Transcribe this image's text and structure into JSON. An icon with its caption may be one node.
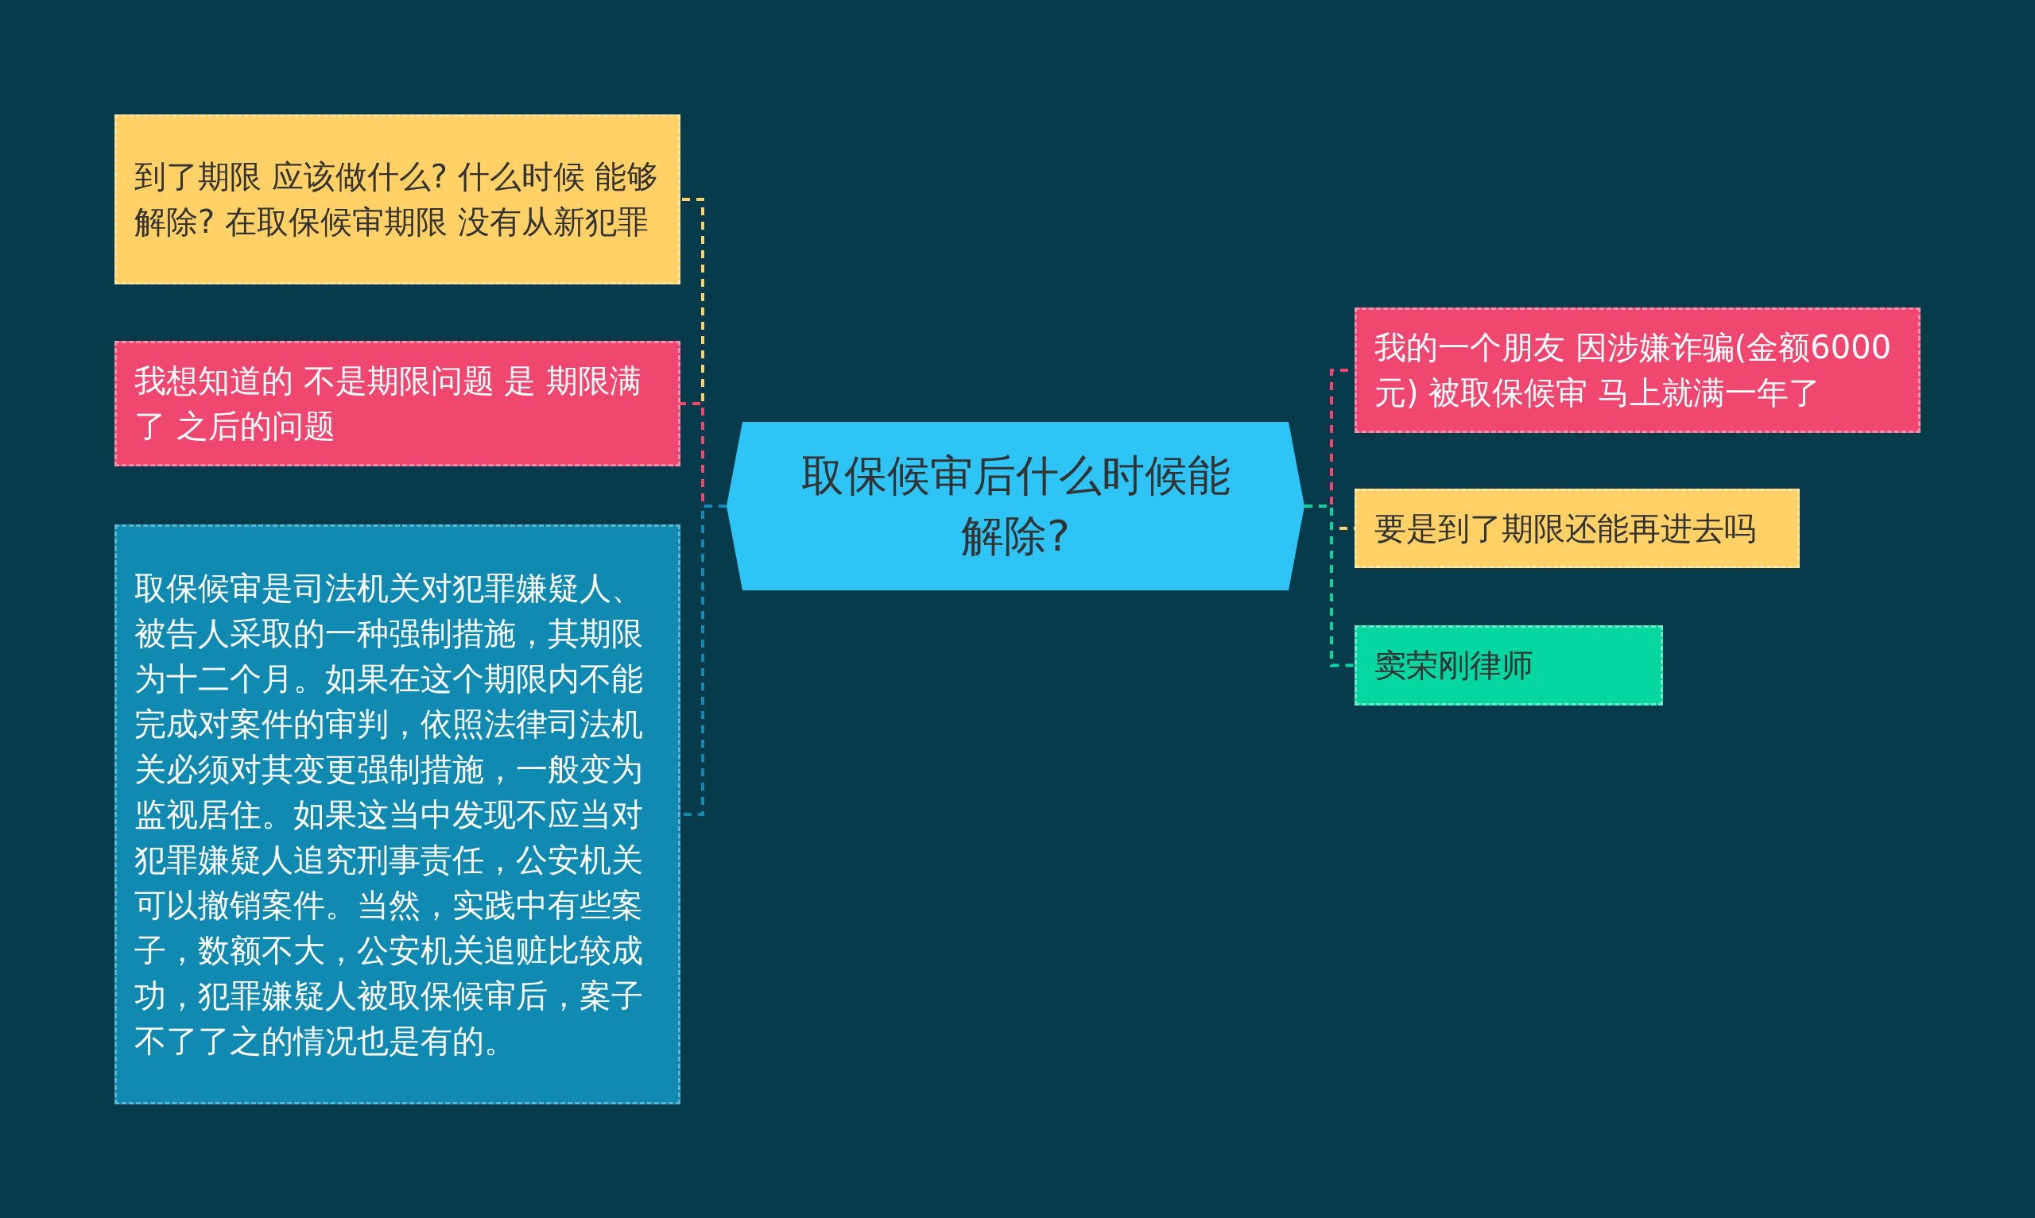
{
  "diagram": {
    "nodes": [
      {
        "text": [
          "到了期限 应该做什么? 什么时候 能够解除? 在取保候审期限 没有从新犯罪"
        ]
      },
      {
        "text": [
          "我想知道的 不是期限问题 是 期限满了 之后的问题"
        ]
      },
      {
        "text": [
          "取保候审是司法机关对犯罪嫌疑人、被告人采取的一种强制措施，其期限为十二个月。如果在这个期限内不能完成对案件的审判，依照法律司法机关必须对其变更强制措施，一般变为监视居住。如果这当中发现不应当对犯罪嫌疑人追究刑事责任，公安机关可以撤销案件。当然，实践中有些案子，数额不大，公安机关追赃比较成功，犯罪嫌疑人被取保候审后，案子不了了之的情况也是有的。"
        ]
      },
      {
        "text": [
          "取保候审后什么时候能解除?"
        ]
      },
      {
        "text": [
          "我的一个朋友 因涉嫌诈骗(金额6000元) 被取保候审 马上就满一年了"
        ]
      },
      {
        "text": [
          "要是到了期限还能再进去吗"
        ]
      },
      {
        "text": [
          "窦荣刚律师"
        ]
      }
    ],
    "edges": [
      {
        "from": 3,
        "to": 0,
        "arrow": "none",
        "style": "dashed",
        "color": "#ffd166"
      },
      {
        "from": 3,
        "to": 1,
        "arrow": "none",
        "style": "dashed",
        "color": "#ef476f"
      },
      {
        "from": 3,
        "to": 2,
        "arrow": "none",
        "style": "dashed",
        "color": "#118ab2"
      },
      {
        "from": 3,
        "to": 4,
        "arrow": "none",
        "style": "dashed",
        "color": "#ef476f"
      },
      {
        "from": 3,
        "to": 5,
        "arrow": "none",
        "style": "dashed",
        "color": "#ffd166"
      },
      {
        "from": 3,
        "to": 6,
        "arrow": "none",
        "style": "dashed",
        "color": "#06d6a0"
      }
    ]
  }
}
